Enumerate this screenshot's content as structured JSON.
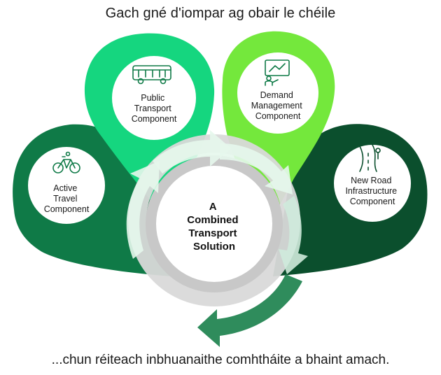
{
  "title": "Gach gné d'iompar ag obair le chéile",
  "footer": "...chun réiteach inbhuanaithe comhtháite a bhaint amach.",
  "center": {
    "lines": [
      "A",
      "Combined",
      "Transport",
      "Solution"
    ]
  },
  "components": [
    {
      "id": "active-travel",
      "lines": [
        "Active",
        "Travel",
        "Component"
      ],
      "icon": "bicycle-icon",
      "color": "#0f7a47"
    },
    {
      "id": "public-transport",
      "lines": [
        "Public",
        "Transport",
        "Component"
      ],
      "icon": "bus-icon",
      "color": "#15d67f"
    },
    {
      "id": "demand-management",
      "lines": [
        "Demand",
        "Management",
        "Component"
      ],
      "icon": "presentation-icon",
      "color": "#74e83c"
    },
    {
      "id": "new-road",
      "lines": [
        "New Road",
        "Infrastructure",
        "Component"
      ],
      "icon": "road-icon",
      "color": "#0b4f2d"
    }
  ],
  "colors": {
    "ring": "#c8c8c8",
    "arrow_light": "#dff5e6",
    "arrow_dark": "#2f8c5c"
  }
}
